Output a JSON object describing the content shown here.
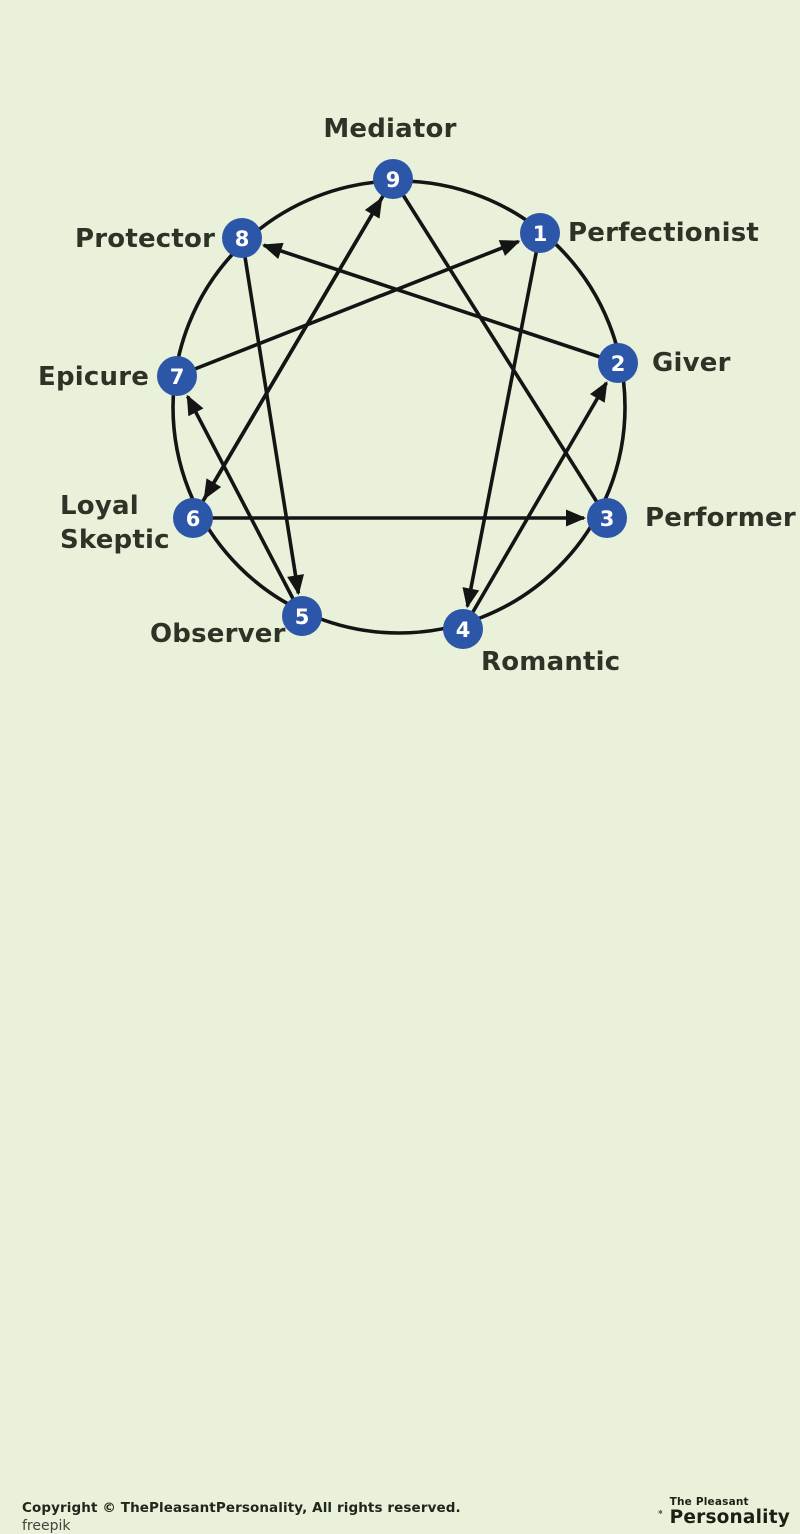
{
  "colors": {
    "background": "#e9f1da",
    "node_fill": "#2c56a7",
    "node_number": "#ffffff",
    "line": "#141414",
    "label": "#2d3326",
    "footer_text": "#20261b"
  },
  "diagram": {
    "nodes": [
      {
        "number": "1",
        "label": "Perfectionist"
      },
      {
        "number": "2",
        "label": "Giver"
      },
      {
        "number": "3",
        "label": "Performer"
      },
      {
        "number": "4",
        "label": "Romantic"
      },
      {
        "number": "5",
        "label": "Observer"
      },
      {
        "number": "6",
        "label": "Loyal Skeptic"
      },
      {
        "number": "7",
        "label": "Epicure"
      },
      {
        "number": "8",
        "label": "Protector"
      },
      {
        "number": "9",
        "label": "Mediator"
      }
    ],
    "edges": [
      {
        "from": "6",
        "to": "9",
        "arrow": true
      },
      {
        "from": "9",
        "to": "6",
        "arrow": true
      },
      {
        "from": "9",
        "to": "3",
        "arrow": false
      },
      {
        "from": "6",
        "to": "3",
        "arrow": true
      },
      {
        "from": "7",
        "to": "1",
        "arrow": true
      },
      {
        "from": "1",
        "to": "4",
        "arrow": true
      },
      {
        "from": "4",
        "to": "2",
        "arrow": true
      },
      {
        "from": "2",
        "to": "8",
        "arrow": true
      },
      {
        "from": "8",
        "to": "5",
        "arrow": true
      },
      {
        "from": "5",
        "to": "7",
        "arrow": true
      }
    ]
  },
  "footer": {
    "copyright": "Copyright © ThePleasantPersonality, All rights reserved.",
    "attribution": "freepik",
    "brand_line1": "The Pleasant",
    "brand_line2": "Personality"
  }
}
